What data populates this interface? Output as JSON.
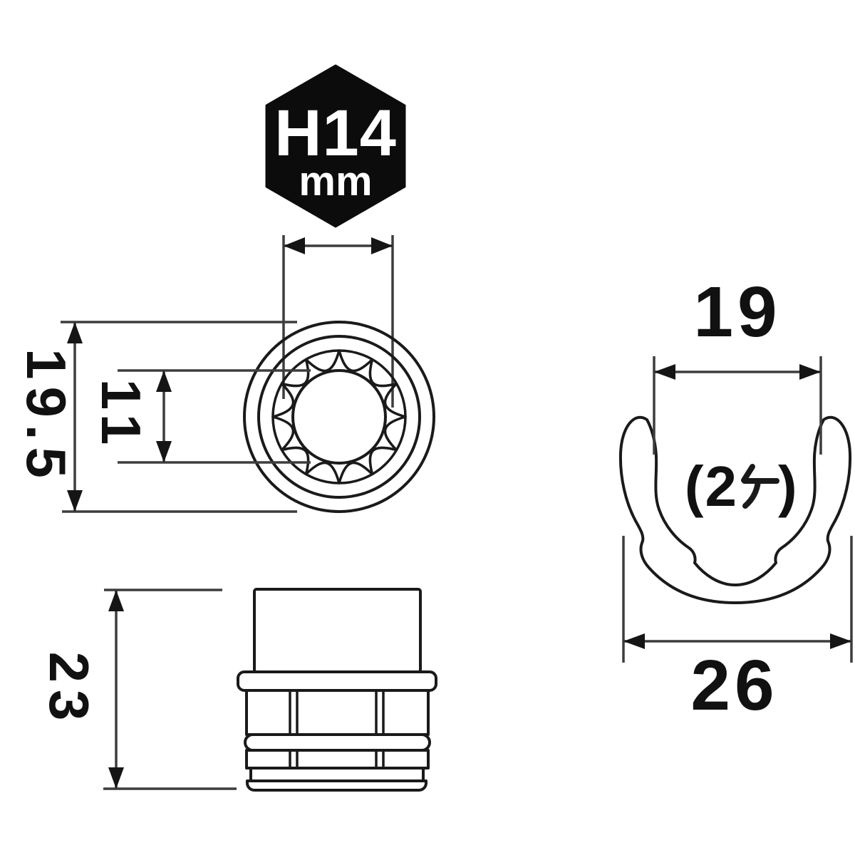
{
  "colors": {
    "outline": "#1a1a1a",
    "dimension_line": "#3d3d3d",
    "hex_fill": "#0c0c0c",
    "hex_text": "#ffffff",
    "oring_gray": "#7f7f7f",
    "background": "#ffffff"
  },
  "hex_badge": {
    "size_label": "H14",
    "unit_label": "mm"
  },
  "front_view": {
    "outer_diameter": "19.5",
    "inner_bore_diameter": "11"
  },
  "side_view": {
    "height": "23"
  },
  "clip_view": {
    "opening_width": "19",
    "overall_width": "26",
    "quantity_note": "(2ヶ)",
    "quantity_prefix": "(2",
    "quantity_suffix": ")"
  }
}
